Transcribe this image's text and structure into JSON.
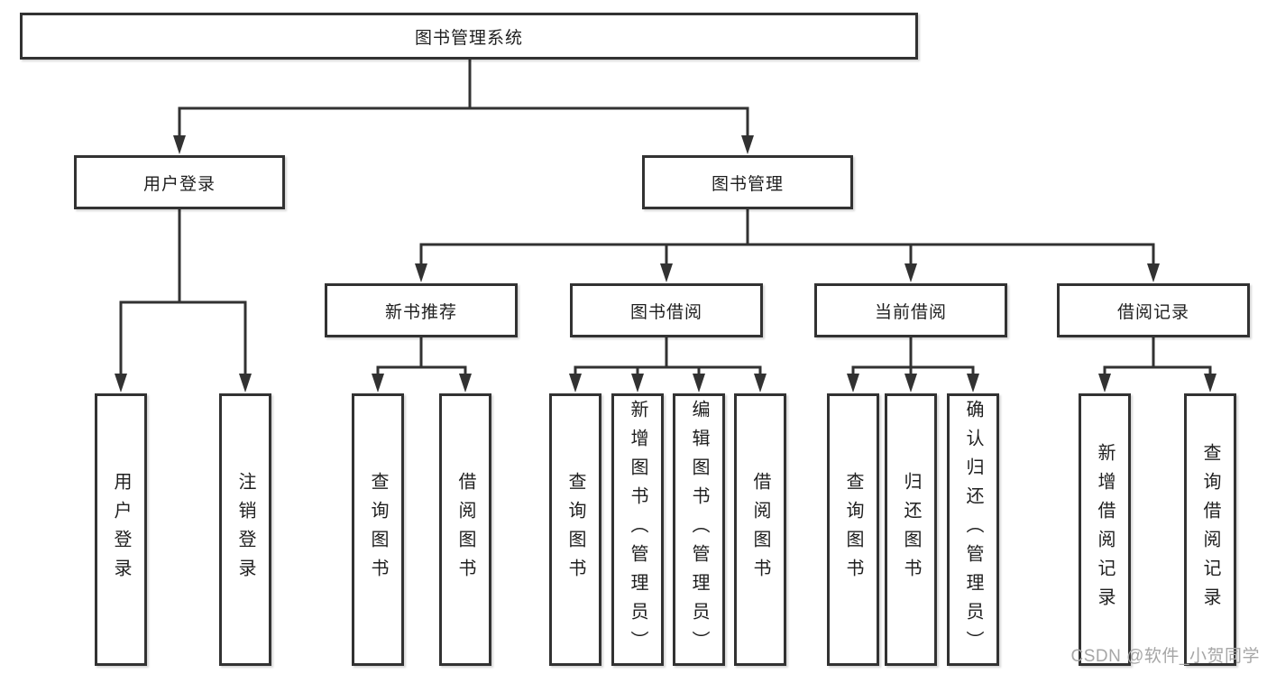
{
  "diagram_type": "hierarchy-tree",
  "nodes": {
    "root": {
      "label": "图书管理系统"
    },
    "user_login": {
      "label": "用户登录"
    },
    "book_mgmt": {
      "label": "图书管理"
    },
    "new_rec": {
      "label": "新书推荐"
    },
    "book_borrow": {
      "label": "图书借阅"
    },
    "current_borrow": {
      "label": "当前借阅"
    },
    "borrow_records": {
      "label": "借阅记录"
    },
    "leaf_user_login": {
      "label": "用户登录"
    },
    "leaf_logout": {
      "label": "注销登录"
    },
    "leaf_query_book_1": {
      "label": "查询图书"
    },
    "leaf_borrow_book_1": {
      "label": "借阅图书"
    },
    "leaf_query_book_2": {
      "label": "查询图书"
    },
    "leaf_add_book": {
      "label": "新增图书（管理员）"
    },
    "leaf_edit_book": {
      "label": "编辑图书（管理员）"
    },
    "leaf_borrow_book_2": {
      "label": "借阅图书"
    },
    "leaf_query_book_3": {
      "label": "查询图书"
    },
    "leaf_return_book": {
      "label": "归还图书"
    },
    "leaf_confirm_return": {
      "label": "确认归还（管理员）"
    },
    "leaf_add_record": {
      "label": "新增借阅记录"
    },
    "leaf_query_record": {
      "label": "查询借阅记录"
    }
  },
  "watermark": {
    "text": "CSDN @软件_小贺同学"
  },
  "colors": {
    "line": "#323232",
    "text": "#1f1f1f",
    "watermark": "#a6a6a6",
    "background": "#ffffff"
  }
}
